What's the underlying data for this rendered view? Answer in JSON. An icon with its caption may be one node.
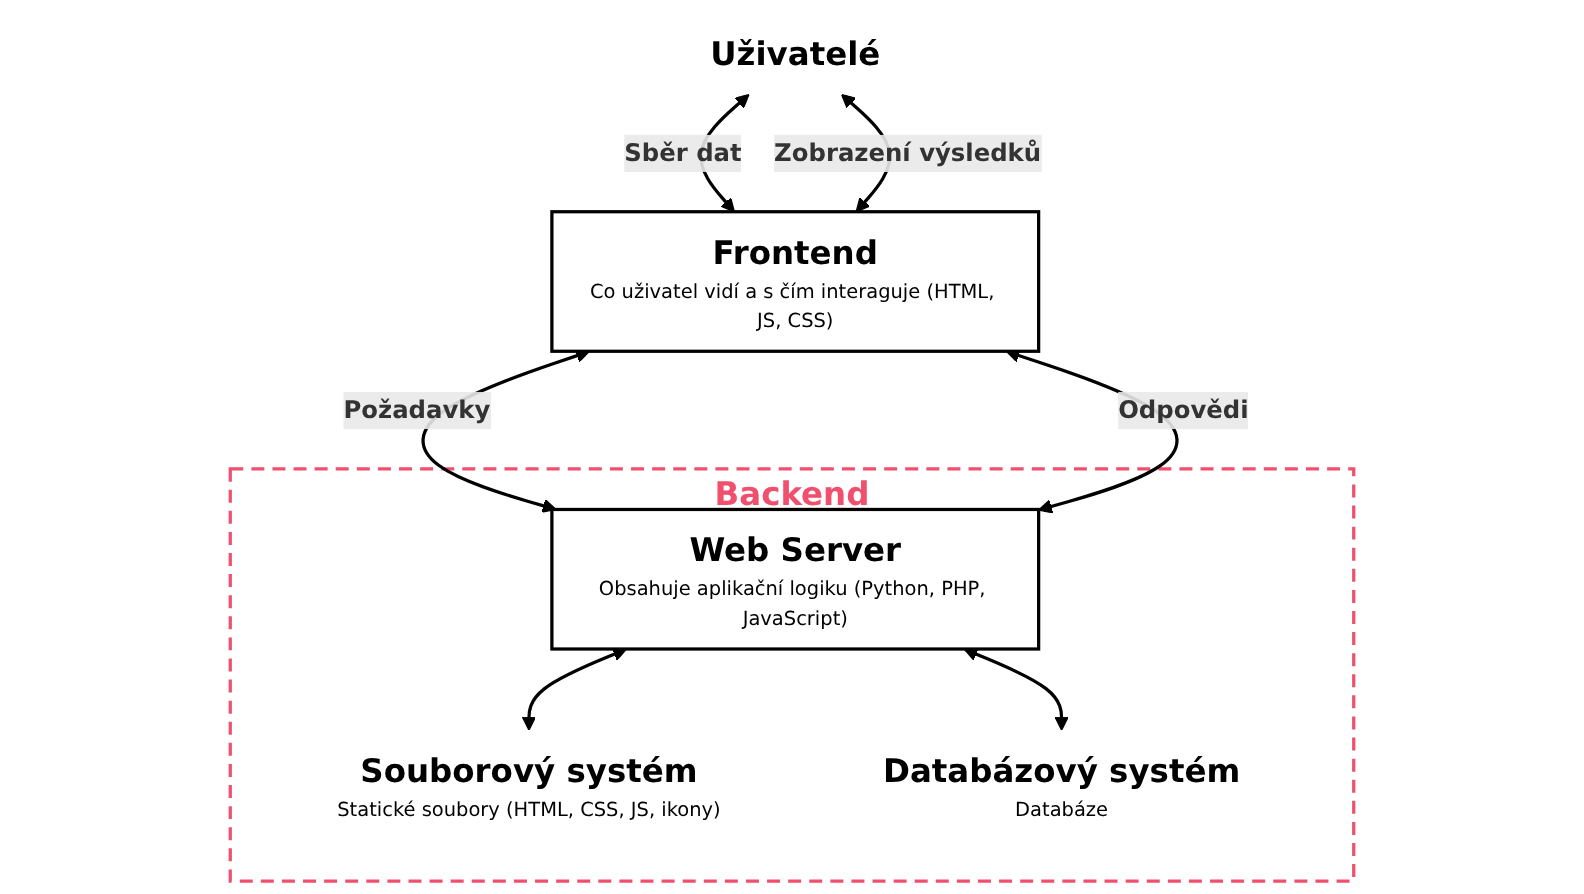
{
  "diagram": {
    "nodes": [
      {
        "text": [
          "Uživatelé"
        ]
      },
      {
        "text": [
          "Frontend",
          "Co uživatel vidí a s čím interaguje (HTML, JS, CSS)"
        ]
      },
      {
        "text": [
          "Backend"
        ]
      },
      {
        "text": [
          "Web Server",
          "Obsahuje aplikační logiku (Python, PHP, JavaScript)"
        ],
        "in": 2
      },
      {
        "text": [
          "Souborový systém",
          "Statické soubory (HTML, CSS, JS, ikony)"
        ],
        "in": 2
      },
      {
        "text": [
          "Databázový systém",
          "Databáze"
        ],
        "in": 2
      }
    ],
    "edges": [
      {
        "from": 0,
        "to": 1,
        "arrow": "both",
        "label": "Sběr dat"
      },
      {
        "from": 0,
        "to": 1,
        "arrow": "both",
        "label": "Zobrazení výsledků"
      },
      {
        "from": 1,
        "to": 3,
        "arrow": "both",
        "label": "Požadavky"
      },
      {
        "from": 1,
        "to": 3,
        "arrow": "both",
        "label": "Odpovědi"
      },
      {
        "from": 3,
        "to": 4,
        "arrow": "both"
      },
      {
        "from": 3,
        "to": 5,
        "arrow": "both"
      }
    ]
  }
}
